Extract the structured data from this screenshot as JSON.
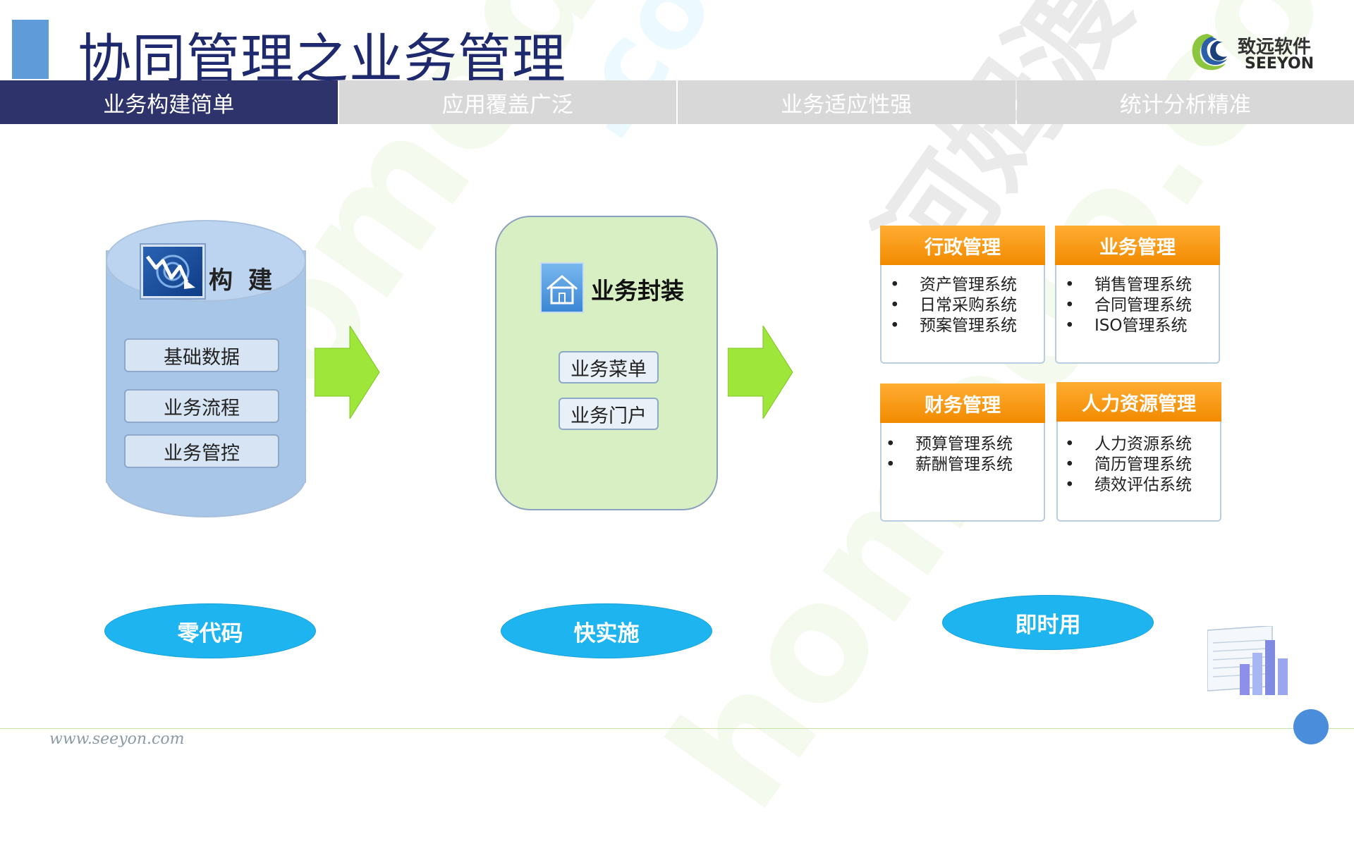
{
  "header": {
    "title": "协同管理之业务管理",
    "logo_cn": "致远软件",
    "logo_en": "SEEYON"
  },
  "tabs": [
    {
      "label": "业务构建简单",
      "active": true
    },
    {
      "label": "应用覆盖广泛",
      "active": false
    },
    {
      "label": "业务适应性强",
      "active": false
    },
    {
      "label": "统计分析精准",
      "active": false
    }
  ],
  "build": {
    "label": "构建",
    "items": [
      "基础数据",
      "业务流程",
      "业务管控"
    ]
  },
  "package": {
    "label": "业务封装",
    "items": [
      "业务菜单",
      "业务门户"
    ]
  },
  "modules": [
    {
      "title": "行政管理",
      "items": [
        "资产管理系统",
        "日常采购系统",
        "预案管理系统"
      ]
    },
    {
      "title": "业务管理",
      "items": [
        "销售管理系统",
        "合同管理系统",
        "ISO管理系统"
      ]
    },
    {
      "title": "财务管理",
      "items": [
        "预算管理系统",
        "薪酬管理系统"
      ]
    },
    {
      "title": "人力资源管理",
      "items": [
        "人力资源系统",
        "简历管理系统",
        "绩效评估系统"
      ]
    }
  ],
  "badges": [
    "零代码",
    "快实施",
    "即时用"
  ],
  "footer": {
    "url": "www.seeyon.com"
  },
  "watermark": "homedo.com 河姆渡",
  "colors": {
    "tab_active": "#2f336c",
    "tab_inactive": "#d8d8d8",
    "accent_orange": "#f28a00",
    "badge_blue": "#1db4f0",
    "arrow_green": "#8fdf2a"
  }
}
